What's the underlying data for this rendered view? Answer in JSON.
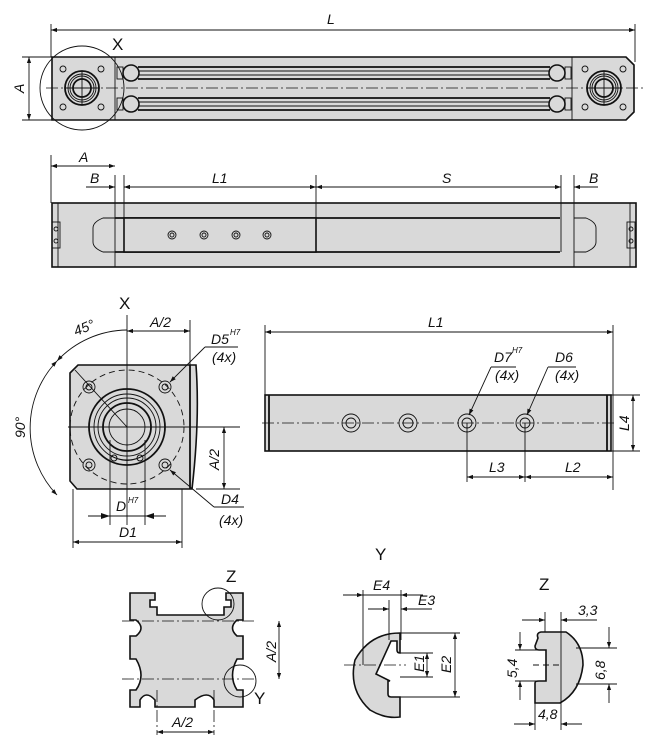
{
  "drawing": {
    "views": {
      "top": {
        "dimensions": {
          "length": "L",
          "height": "A"
        },
        "detail_marker": "X"
      },
      "side": {
        "dimensions": {
          "A": "A",
          "B_left": "B",
          "L1": "L1",
          "S": "S",
          "B_right": "B"
        }
      },
      "detail_x": {
        "title": "X",
        "labels": {
          "angle_45": "45°",
          "angle_90": "90°",
          "a_half_top": "A/2",
          "a_half_right": "A/2",
          "d5": "D5",
          "d5_tol": "H7",
          "d5_count": "(4x)",
          "d4": "D4",
          "d4_count": "(4x)",
          "d": "D",
          "d_tol": "H7",
          "d1": "D1"
        }
      },
      "carriage": {
        "labels": {
          "l1": "L1",
          "d7": "D7",
          "d7_tol": "H7",
          "d7_count": "(4x)",
          "d6": "D6",
          "d6_count": "(4x)",
          "l4": "L4",
          "l3": "L3",
          "l2": "L2"
        }
      },
      "profile": {
        "labels": {
          "z": "Z",
          "y": "Y",
          "a_half_right": "A/2",
          "a_half_bottom": "A/2"
        }
      },
      "detail_y": {
        "title": "Y",
        "labels": {
          "e4": "E4",
          "e3": "E3",
          "e1": "E1",
          "e2": "E2"
        }
      },
      "detail_z": {
        "title": "Z",
        "labels": {
          "top": "3,3",
          "left": "5,4",
          "right": "6,8",
          "bottom": "4,8"
        }
      }
    },
    "colors": {
      "body_fill": "#d9d9d9",
      "line": "#111111",
      "background": "#ffffff"
    }
  }
}
